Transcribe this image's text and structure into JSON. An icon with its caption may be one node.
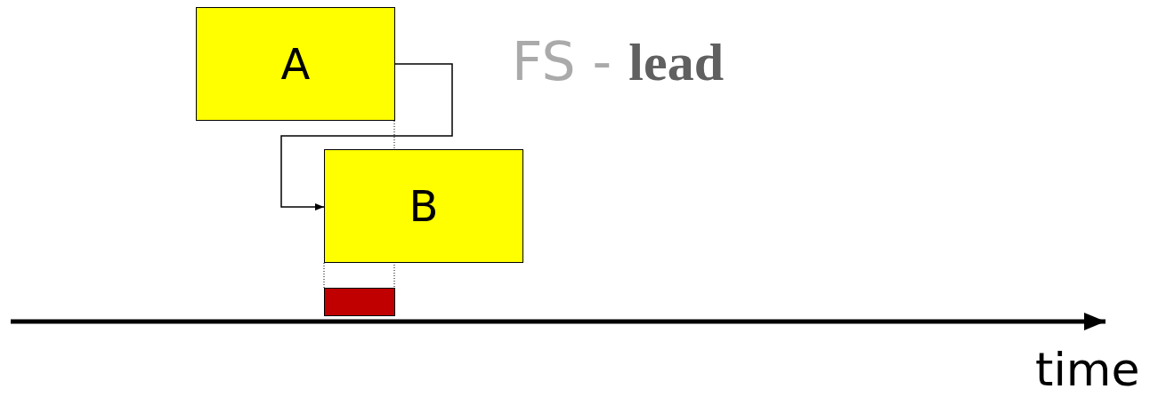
{
  "diagram": {
    "nodes": [
      {
        "text": [
          "A"
        ]
      },
      {
        "text": [
          "B"
        ]
      },
      {
        "text": [],
        "shape": "bar"
      }
    ],
    "edges": [
      {
        "from": 0,
        "to": 1,
        "arrow": "to"
      }
    ],
    "labels": [
      "FS - **lead**",
      "time"
    ]
  }
}
